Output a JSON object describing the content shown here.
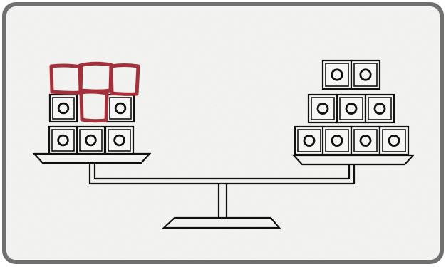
{
  "figure": {
    "frame_color": "#6f6f6f",
    "paper_color": "#f6f6f4",
    "ink_color": "#111111",
    "handdrawn_color": "#a3303a"
  },
  "scale": {
    "left_pan": {
      "printed_blocks": 5,
      "rows_bottom_to_top": [
        3,
        2
      ],
      "handdrawn_squares_added": 4
    },
    "right_pan": {
      "printed_blocks": 9,
      "rows_bottom_to_top": [
        4,
        3,
        2
      ]
    }
  }
}
